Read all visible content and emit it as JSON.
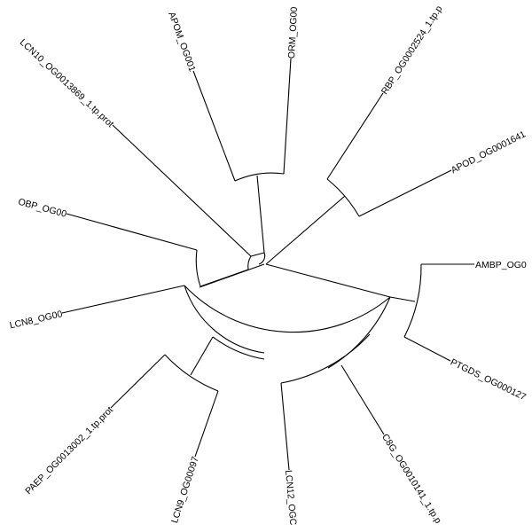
{
  "tree": {
    "tips": [
      {
        "id": "ambp",
        "label": "AMBP_OG0"
      },
      {
        "id": "ptgds",
        "label": "PTGDS_OG000127"
      },
      {
        "id": "c8g",
        "label": "C8G_OG0010141_1.tp.p"
      },
      {
        "id": "lcn12",
        "label": "LCN12_OGC"
      },
      {
        "id": "lcn9",
        "label": "LCN9_OG00097"
      },
      {
        "id": "paep",
        "label": "PAEP_OG0013002_1.tp.prot"
      },
      {
        "id": "lcn8",
        "label": "LCN8_OG00"
      },
      {
        "id": "obp",
        "label": "OBP_OG00"
      },
      {
        "id": "lcn10",
        "label": "LCN10_OG0013869_1.tp.prot"
      },
      {
        "id": "apom",
        "label": "APOM_OG001"
      },
      {
        "id": "orm",
        "label": "ORM_OG00"
      },
      {
        "id": "rbp",
        "label": "RBP_OG0002524_1.tp.p"
      },
      {
        "id": "apod",
        "label": "APOD_OG0001641"
      }
    ]
  },
  "colors": {
    "line": "#000000",
    "text": "#000000",
    "background": "#ffffff"
  }
}
